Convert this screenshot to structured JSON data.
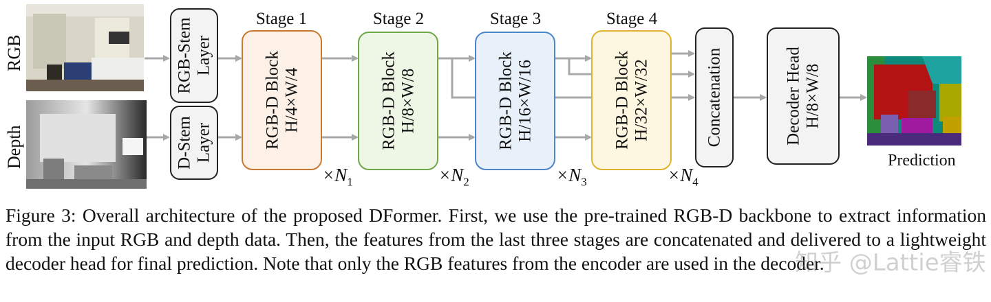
{
  "inputs": {
    "rgb_label": "RGB",
    "depth_label": "Depth"
  },
  "stems": {
    "rgb": [
      "RGB-Stem",
      "Layer"
    ],
    "depth": [
      "D-Stem",
      "Layer"
    ]
  },
  "stages": [
    {
      "title": "Stage 1",
      "block": "RGB-D Block",
      "resolution": "H/4×W/4",
      "repeat": "N",
      "repeat_sub": "1",
      "border": "#c8792f",
      "fill": "#fdf0e6"
    },
    {
      "title": "Stage 2",
      "block": "RGB-D Block",
      "resolution": "H/8×W/8",
      "repeat": "N",
      "repeat_sub": "2",
      "border": "#6ea84a",
      "fill": "#eef6e6"
    },
    {
      "title": "Stage 3",
      "block": "RGB-D Block",
      "resolution": "H/16×W/16",
      "repeat": "N",
      "repeat_sub": "3",
      "border": "#4c86c8",
      "fill": "#e8f1fa"
    },
    {
      "title": "Stage 4",
      "block": "RGB-D Block",
      "resolution": "H/32×W/32",
      "repeat": "N",
      "repeat_sub": "4",
      "border": "#e0b22e",
      "fill": "#fdf6e0"
    }
  ],
  "concat_label": "Concatenation",
  "decoder": [
    "Decoder Head",
    "H/8×W/8"
  ],
  "prediction_label": "Prediction",
  "caption": "Figure 3:  Overall architecture of the proposed DFormer.  First, we use the pre-trained RGB-D backbone to extract information from the input RGB and depth data.  Then, the features from the last three stages are concatenated and delivered to a lightweight decoder head for final prediction. Note that only the RGB features from the encoder are used in the decoder.",
  "watermark": "知乎 @Lattie睿铁",
  "colors": {
    "arrow": "#a8a8a8",
    "box_border": "#222222",
    "box_fill": "#f3f3f3"
  }
}
